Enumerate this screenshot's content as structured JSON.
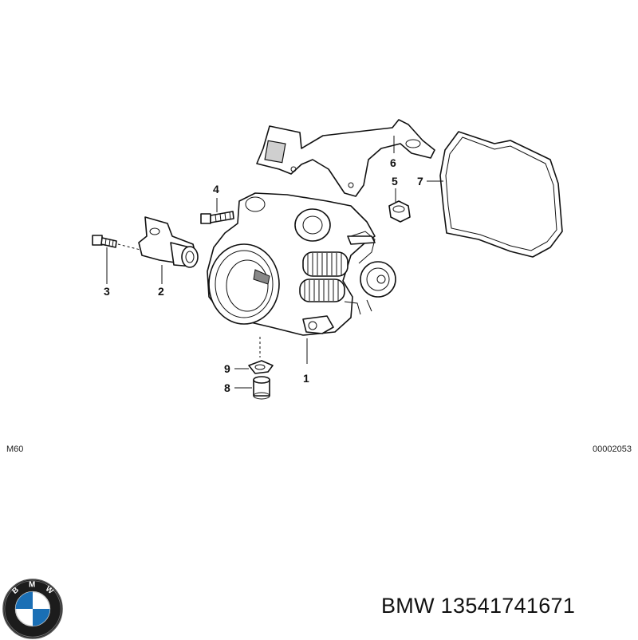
{
  "diagram": {
    "callouts": [
      "1",
      "2",
      "3",
      "4",
      "5",
      "6",
      "7",
      "8",
      "9"
    ],
    "model_code": "M60",
    "diagram_id": "00002053"
  },
  "footer": {
    "brand": "BMW",
    "part_number": "13541741671",
    "title": "BMW 13541741671"
  },
  "logo": {
    "letters": [
      "B",
      "M",
      "W"
    ],
    "colors": {
      "ring": "#1c1c1c",
      "blue": "#1a6fb5",
      "white": "#ffffff"
    }
  }
}
